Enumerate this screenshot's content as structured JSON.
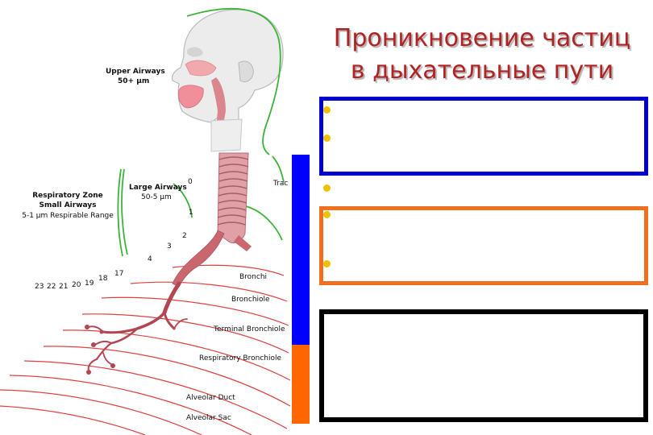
{
  "slide": {
    "title_line1": "Проникновение частиц",
    "title_line2": "в дыхательные пути"
  },
  "diagram": {
    "upper_airways": {
      "name": "Upper Airways",
      "size": "50+ µm"
    },
    "large_airways": {
      "name": "Large Airways",
      "size": "50-5 µm"
    },
    "respiratory_zone": {
      "line1": "Respiratory Zone",
      "line2": "Small Airways",
      "line3": "5-1 µm Respirable Range"
    },
    "generations": [
      "0",
      "1",
      "2",
      "3",
      "4",
      "17",
      "18",
      "19",
      "20",
      "21",
      "22",
      "23"
    ],
    "structures": {
      "trachea": "Trac",
      "bronchi": "Bronchi",
      "bronchiole": "Bronchiole",
      "terminal_bronchiole": "Terminal Bronchiole",
      "respiratory_bronchiole": "Respiratory Bronchiole",
      "alveolar_duct": "Alveolar Duct",
      "alveolar_sac": "Alveolar Sac"
    }
  },
  "colors": {
    "title": "#b22222",
    "zone_lines": "#3cb43c",
    "arcs": "#e04040",
    "airway": "#c9666e",
    "bar_top": "#0000ff",
    "bar_bottom": "#ff6600",
    "box1_border": "#0000cc",
    "box2_border": "#f07020",
    "box3_border": "#000000",
    "bullet": "#f0c000"
  }
}
